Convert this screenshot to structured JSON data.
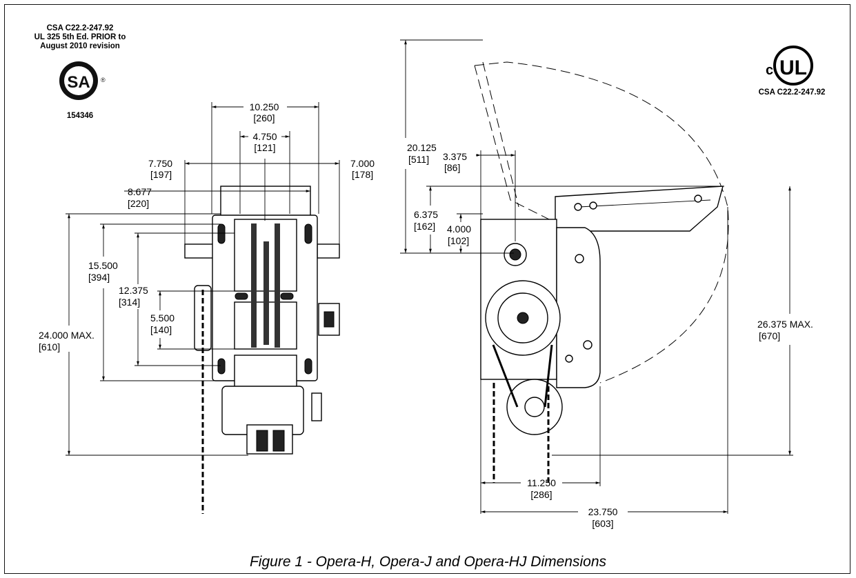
{
  "certifications": {
    "csa_lines": [
      "CSA C22.2-247.92",
      "UL 325 5th Ed. PRIOR to",
      "August 2010 revision"
    ],
    "csa_number": "154346",
    "csa_logo_icon": "csa-logo-icon",
    "ul_logo_icon": "cul-logo-icon",
    "ul_c": "c",
    "ul_text": "UL",
    "ul_standard": "CSA C22.2-247.92"
  },
  "front_view": {
    "d_width": {
      "value": "10.250",
      "mm": "[260]"
    },
    "d_shaft_spacing": {
      "value": "4.750",
      "mm": "[121]"
    },
    "d_left_shaft": {
      "value": "7.750",
      "mm": "[197]"
    },
    "d_right_shaft": {
      "value": "7.000",
      "mm": "[178]"
    },
    "d_left_extent": {
      "value": "8.677",
      "mm": "[220]"
    },
    "d_15500": {
      "value": "15.500",
      "mm": "[394]"
    },
    "d_12375": {
      "value": "12.375",
      "mm": "[314]"
    },
    "d_5500": {
      "value": "5.500",
      "mm": "[140]"
    },
    "d_height_max": {
      "value": "24.000 MAX.",
      "mm": "[610]"
    }
  },
  "side_view": {
    "d_20125": {
      "value": "20.125",
      "mm": "[511]"
    },
    "d_3375": {
      "value": "3.375",
      "mm": "[86]"
    },
    "d_6375": {
      "value": "6.375",
      "mm": "[162]"
    },
    "d_4000": {
      "value": "4.000",
      "mm": "[102]"
    },
    "d_height_max": {
      "value": "26.375 MAX.",
      "mm": "[670]"
    },
    "d_depth": {
      "value": "11.250",
      "mm": "[286]"
    },
    "d_overall": {
      "value": "23.750",
      "mm": "[603]"
    }
  },
  "caption": "Figure 1 - Opera-H, Opera-J and Opera-HJ Dimensions"
}
